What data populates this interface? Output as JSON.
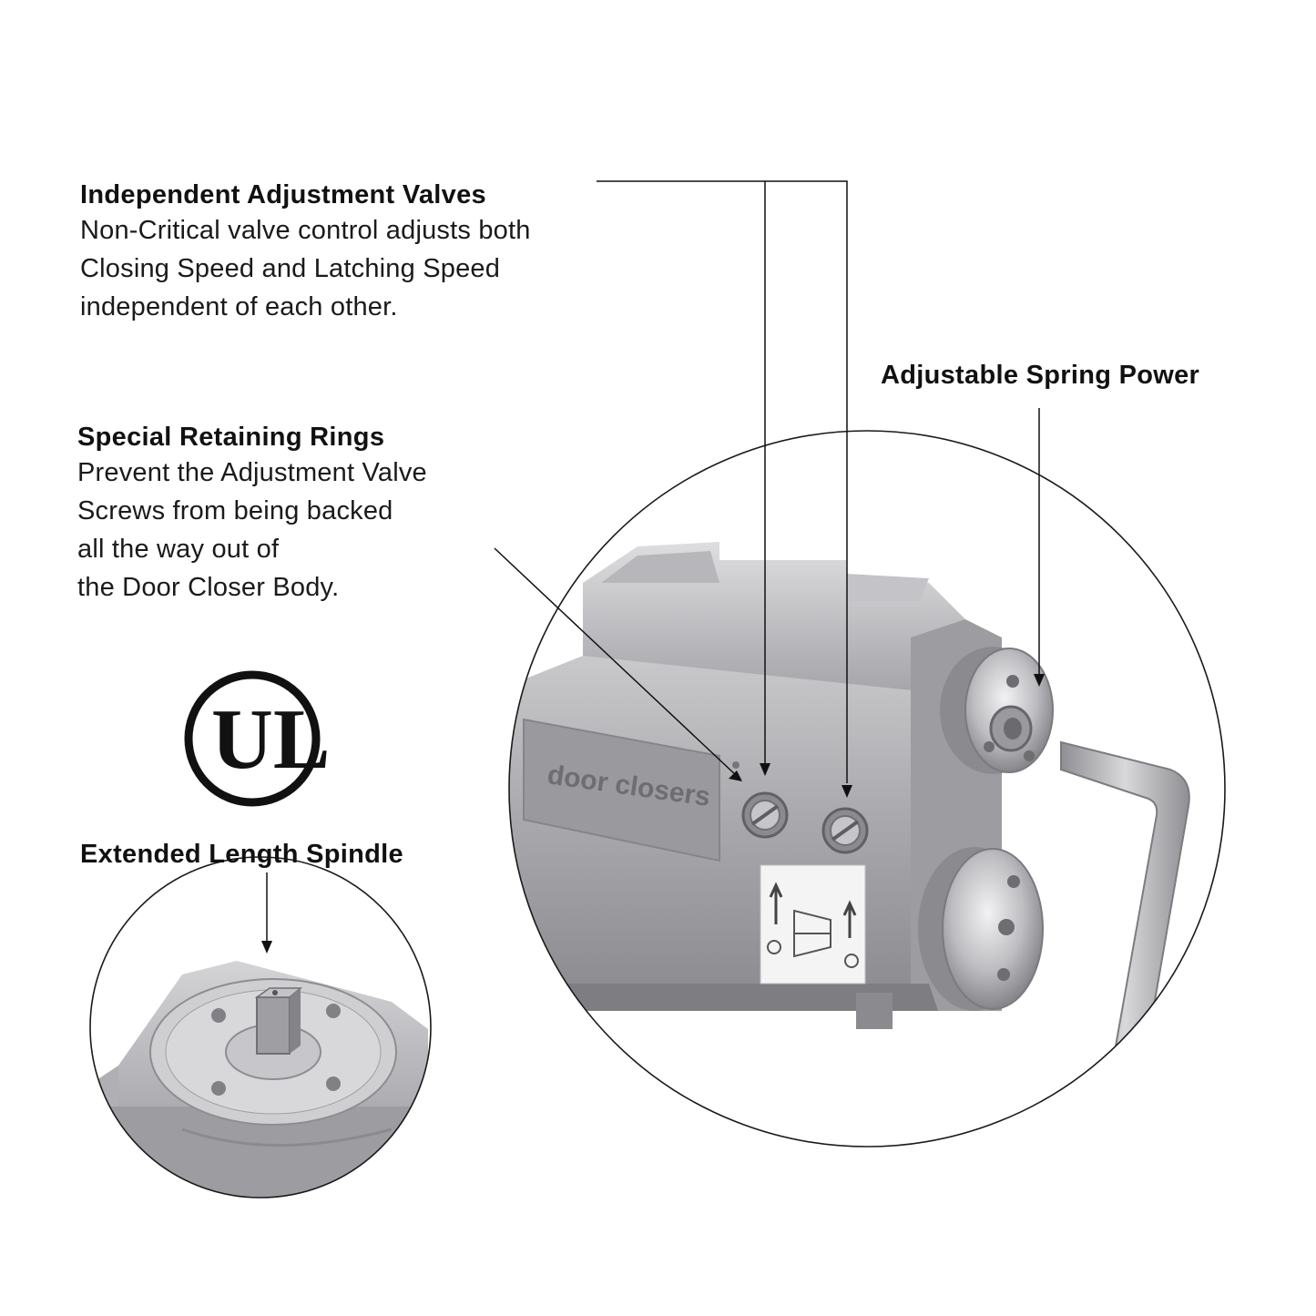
{
  "callouts": {
    "valves": {
      "title": "Independent Adjustment Valves",
      "lines": [
        "Non-Critical valve control adjusts both",
        "Closing Speed and Latching Speed",
        "independent of each other."
      ]
    },
    "spring": {
      "title": "Adjustable Spring Power"
    },
    "rings": {
      "title": "Special Retaining Rings",
      "lines": [
        "Prevent the Adjustment Valve",
        "Screws from being backed",
        "all the way out of",
        "the Door Closer Body."
      ]
    },
    "spindle": {
      "title": "Extended Length Spindle"
    }
  },
  "logo": {
    "text": "UL",
    "mark": "®"
  },
  "product": {
    "casting_text": "door closers"
  },
  "colors": {
    "line": "#111111",
    "metal_light": "#d9d9dc",
    "metal_mid": "#a9a9ad",
    "metal_dark": "#76767b"
  }
}
